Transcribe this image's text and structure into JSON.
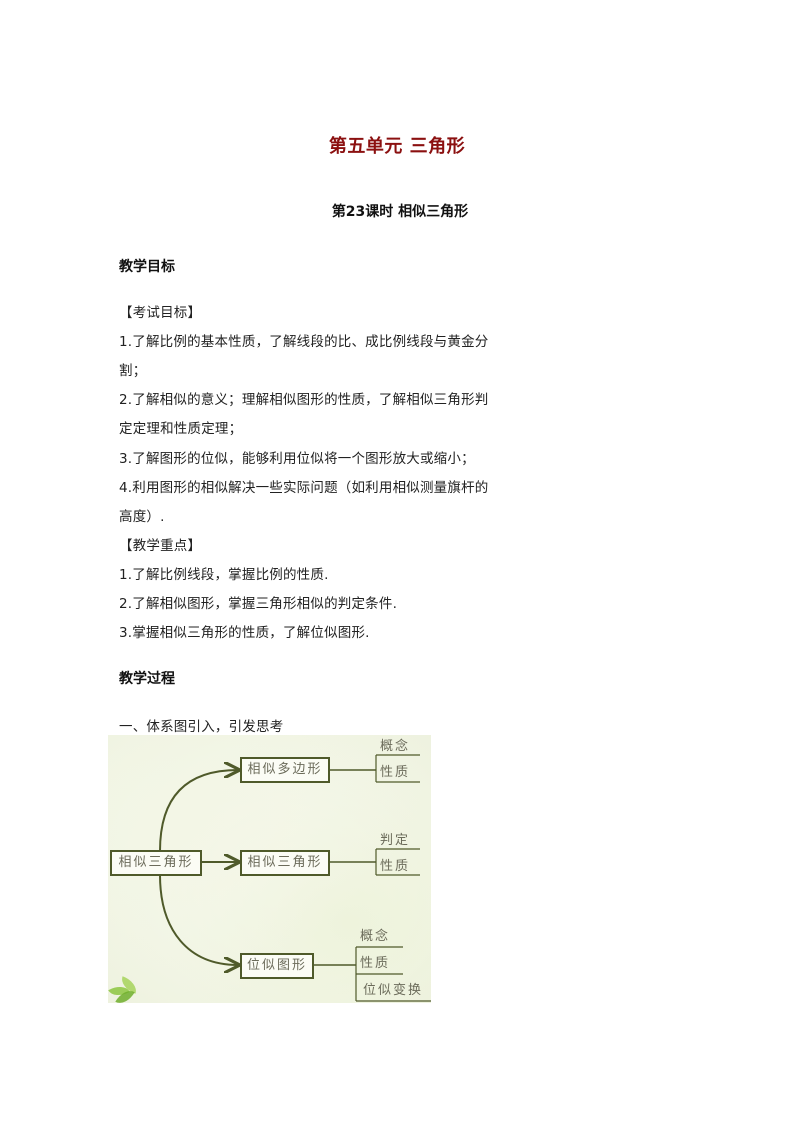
{
  "document": {
    "unit_title": "第五单元 三角形",
    "lesson_title": "第23课时 相似三角形",
    "sections": {
      "goals_heading": "教学目标",
      "exam_goals": {
        "label": "【考试目标】",
        "lines": [
          "1.了解比例的基本性质，了解线段的比、成比例线段与黄金分",
          "割；",
          "2.了解相似的意义；理解相似图形的性质，了解相似三角形判",
          "定定理和性质定理；",
          "3.了解图形的位似，能够利用位似将一个图形放大或缩小；",
          "4.利用图形的相似解决一些实际问题（如利用相似测量旗杆的",
          "高度）."
        ]
      },
      "key_points": {
        "label": "【教学重点】",
        "lines": [
          "1.了解比例线段，掌握比例的性质.",
          "2.了解相似图形，掌握三角形相似的判定条件.",
          "3.掌握相似三角形的性质，了解位似图形."
        ]
      },
      "process_heading": "教学过程",
      "step_one": "一、体系图引入，引发思考"
    }
  },
  "diagram": {
    "root": "相似三角形",
    "branches": [
      {
        "label": "相似多边形",
        "children": [
          "概念",
          "性质"
        ]
      },
      {
        "label": "相似三角形",
        "children": [
          "判定",
          "性质"
        ]
      },
      {
        "label": "位似图形",
        "children": [
          "概念",
          "性质",
          "位似变换"
        ]
      }
    ],
    "colors": {
      "line": "#4f5a2a",
      "text": "#6b6b5a",
      "background": "#eef2df"
    }
  }
}
